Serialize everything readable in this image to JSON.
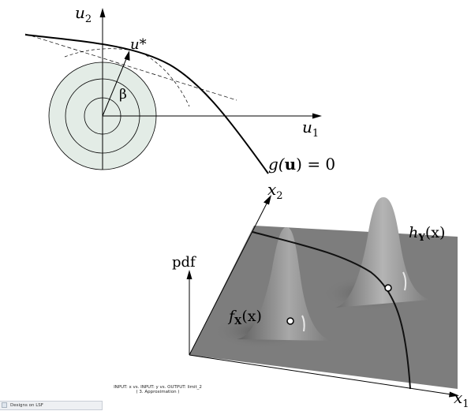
{
  "top_panel": {
    "axis_u2": "u",
    "axis_u2_sub": "2",
    "axis_u1": "u",
    "axis_u1_sub": "1",
    "design_point": "u*",
    "beta": "β",
    "lsf_label_g": "g(",
    "lsf_label_u": "u",
    "lsf_label_rest": ") = 0"
  },
  "bottom_panel": {
    "axis_x2": "x",
    "axis_x2_sub": "2",
    "axis_x1": "x",
    "axis_x1_sub": "1",
    "axis_pdf": "pdf",
    "fx_f": "f",
    "fx_sub": "X",
    "fx_arg": "(x)",
    "hy_h": "h",
    "hy_sub": "Y",
    "hy_arg": "(x)"
  },
  "caption": {
    "line1": "INPUT: x vs. INPUT: y vs. OUTPUT: limit_2",
    "line2": "( 3. Approximation )"
  },
  "legend": {
    "label": "Designs on LSF"
  }
}
